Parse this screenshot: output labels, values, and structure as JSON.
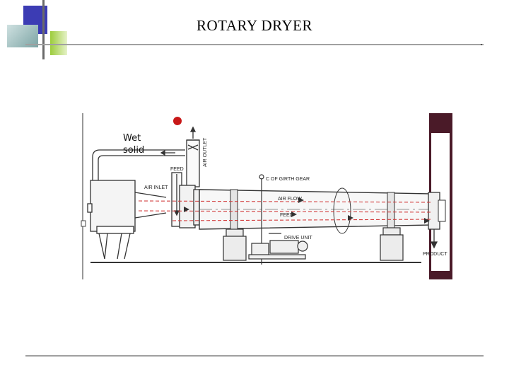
{
  "slide": {
    "title": "ROTARY DRYER"
  },
  "diagram": {
    "labels": {
      "wet_solid_line1": "Wet",
      "wet_solid_line2": "solid",
      "feed": "FEED",
      "air_outlet": "AIR OUTLET",
      "air_inlet": "AIR INLET",
      "girth_gear": "C OF GIRTH GEAR",
      "air_flow": "AIR FLOW",
      "feed_flow": "FEED",
      "drive_unit": "DRIVE UNIT",
      "product": "PRODUCT"
    },
    "colors": {
      "accent_blue": "#3c3cb4",
      "accent_green": "#9ccc3c",
      "accent_teal": "#7ca4a4",
      "marker_red": "#c81818",
      "flow_red": "#d23c3c",
      "dark_strip": "#4a1a28"
    }
  }
}
